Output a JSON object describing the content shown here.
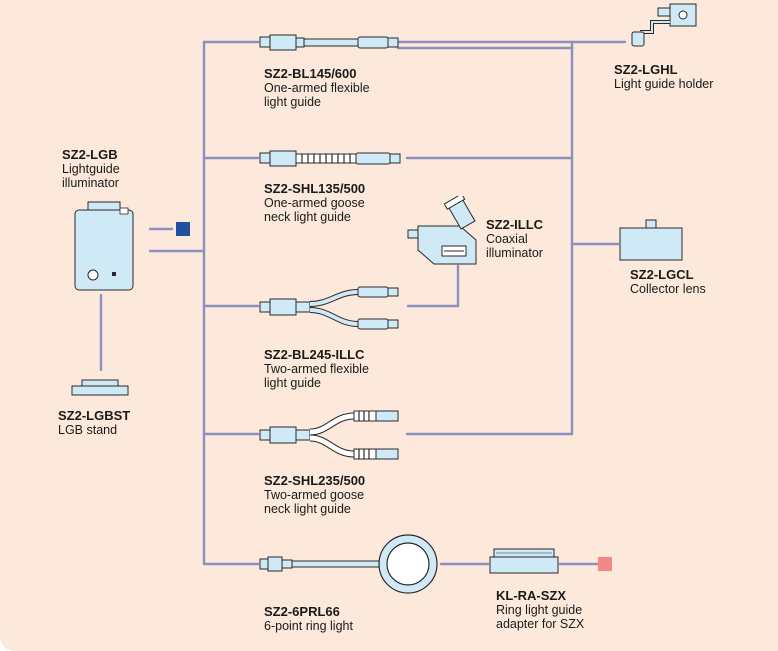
{
  "components": [
    {
      "id": "lgb",
      "code": "SZ2-LGB",
      "desc_lines": [
        "Lightguide",
        "illuminator"
      ]
    },
    {
      "id": "lgbst",
      "code": "SZ2-LGBST",
      "desc_lines": [
        "LGB stand"
      ]
    },
    {
      "id": "bl145",
      "code": "SZ2-BL145/600",
      "desc_lines": [
        "One-armed flexible",
        "light guide"
      ]
    },
    {
      "id": "shl135",
      "code": "SZ2-SHL135/500",
      "desc_lines": [
        "One-armed goose",
        "neck light guide"
      ]
    },
    {
      "id": "illc",
      "code": "SZ2-ILLC",
      "desc_lines": [
        "Coaxial",
        "illuminator"
      ]
    },
    {
      "id": "bl245",
      "code": "SZ2-BL245-ILLC",
      "desc_lines": [
        "Two-armed flexible",
        "light guide"
      ]
    },
    {
      "id": "shl235",
      "code": "SZ2-SHL235/500",
      "desc_lines": [
        "Two-armed goose",
        "neck light guide"
      ]
    },
    {
      "id": "prl66",
      "code": "SZ2-6PRL66",
      "desc_lines": [
        "6-point ring light"
      ]
    },
    {
      "id": "klra",
      "code": "KL-RA-SZX",
      "desc_lines": [
        "Ring light guide",
        "adapter for SZX"
      ]
    },
    {
      "id": "lghl",
      "code": "SZ2-LGHL",
      "desc_lines": [
        "Light guide holder"
      ]
    },
    {
      "id": "lgcl",
      "code": "SZ2-LGCL",
      "desc_lines": [
        "Collector lens"
      ]
    }
  ],
  "colors": {
    "background": "#fce9db",
    "connector_line": "#8c8fc0",
    "device_fill": "#cfe9f6",
    "device_stroke": "#2a2a2a",
    "marker_blue": "#1f4f9e",
    "marker_pink": "#f08a86"
  }
}
